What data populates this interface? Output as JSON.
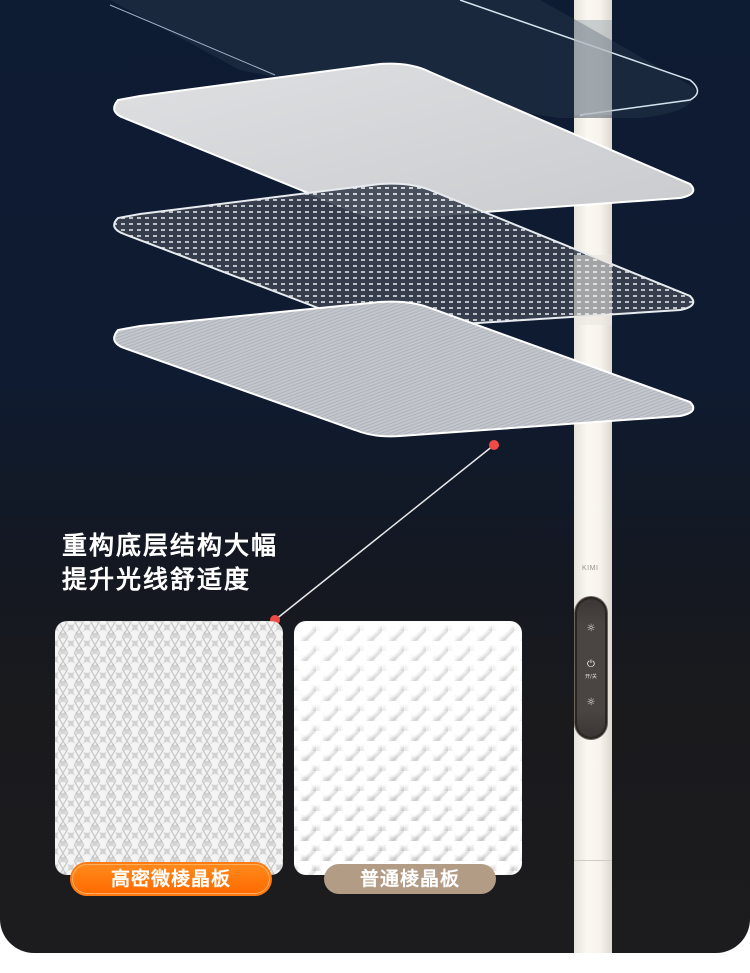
{
  "product": {
    "brand_mark": "KIMI",
    "controls": [
      {
        "icon": "light-up-icon",
        "glyph": "☼"
      },
      {
        "icon": "power-icon",
        "glyph": "⏻",
        "label": "开/关"
      },
      {
        "icon": "light-down-icon",
        "glyph": "☼"
      }
    ]
  },
  "layers": [
    {
      "name": "top-glass-layer",
      "style": "transparent"
    },
    {
      "name": "diffuser-layer",
      "style": "frosted-white"
    },
    {
      "name": "micro-prism-mesh-layer",
      "style": "perforated"
    },
    {
      "name": "bottom-prism-layer",
      "style": "fine-lined"
    }
  ],
  "headline": {
    "line1": "重构底层结构大幅",
    "line2": "提升光线舒适度"
  },
  "comparison": {
    "left_label": "高密微棱晶板",
    "right_label": "普通棱晶板"
  },
  "colors": {
    "accent_orange": "#ff6a00",
    "tag_tan": "#b39c86",
    "callout_red": "#f04a45",
    "bg_top": "#0d1b33",
    "bg_bottom": "#1c1c1f"
  }
}
